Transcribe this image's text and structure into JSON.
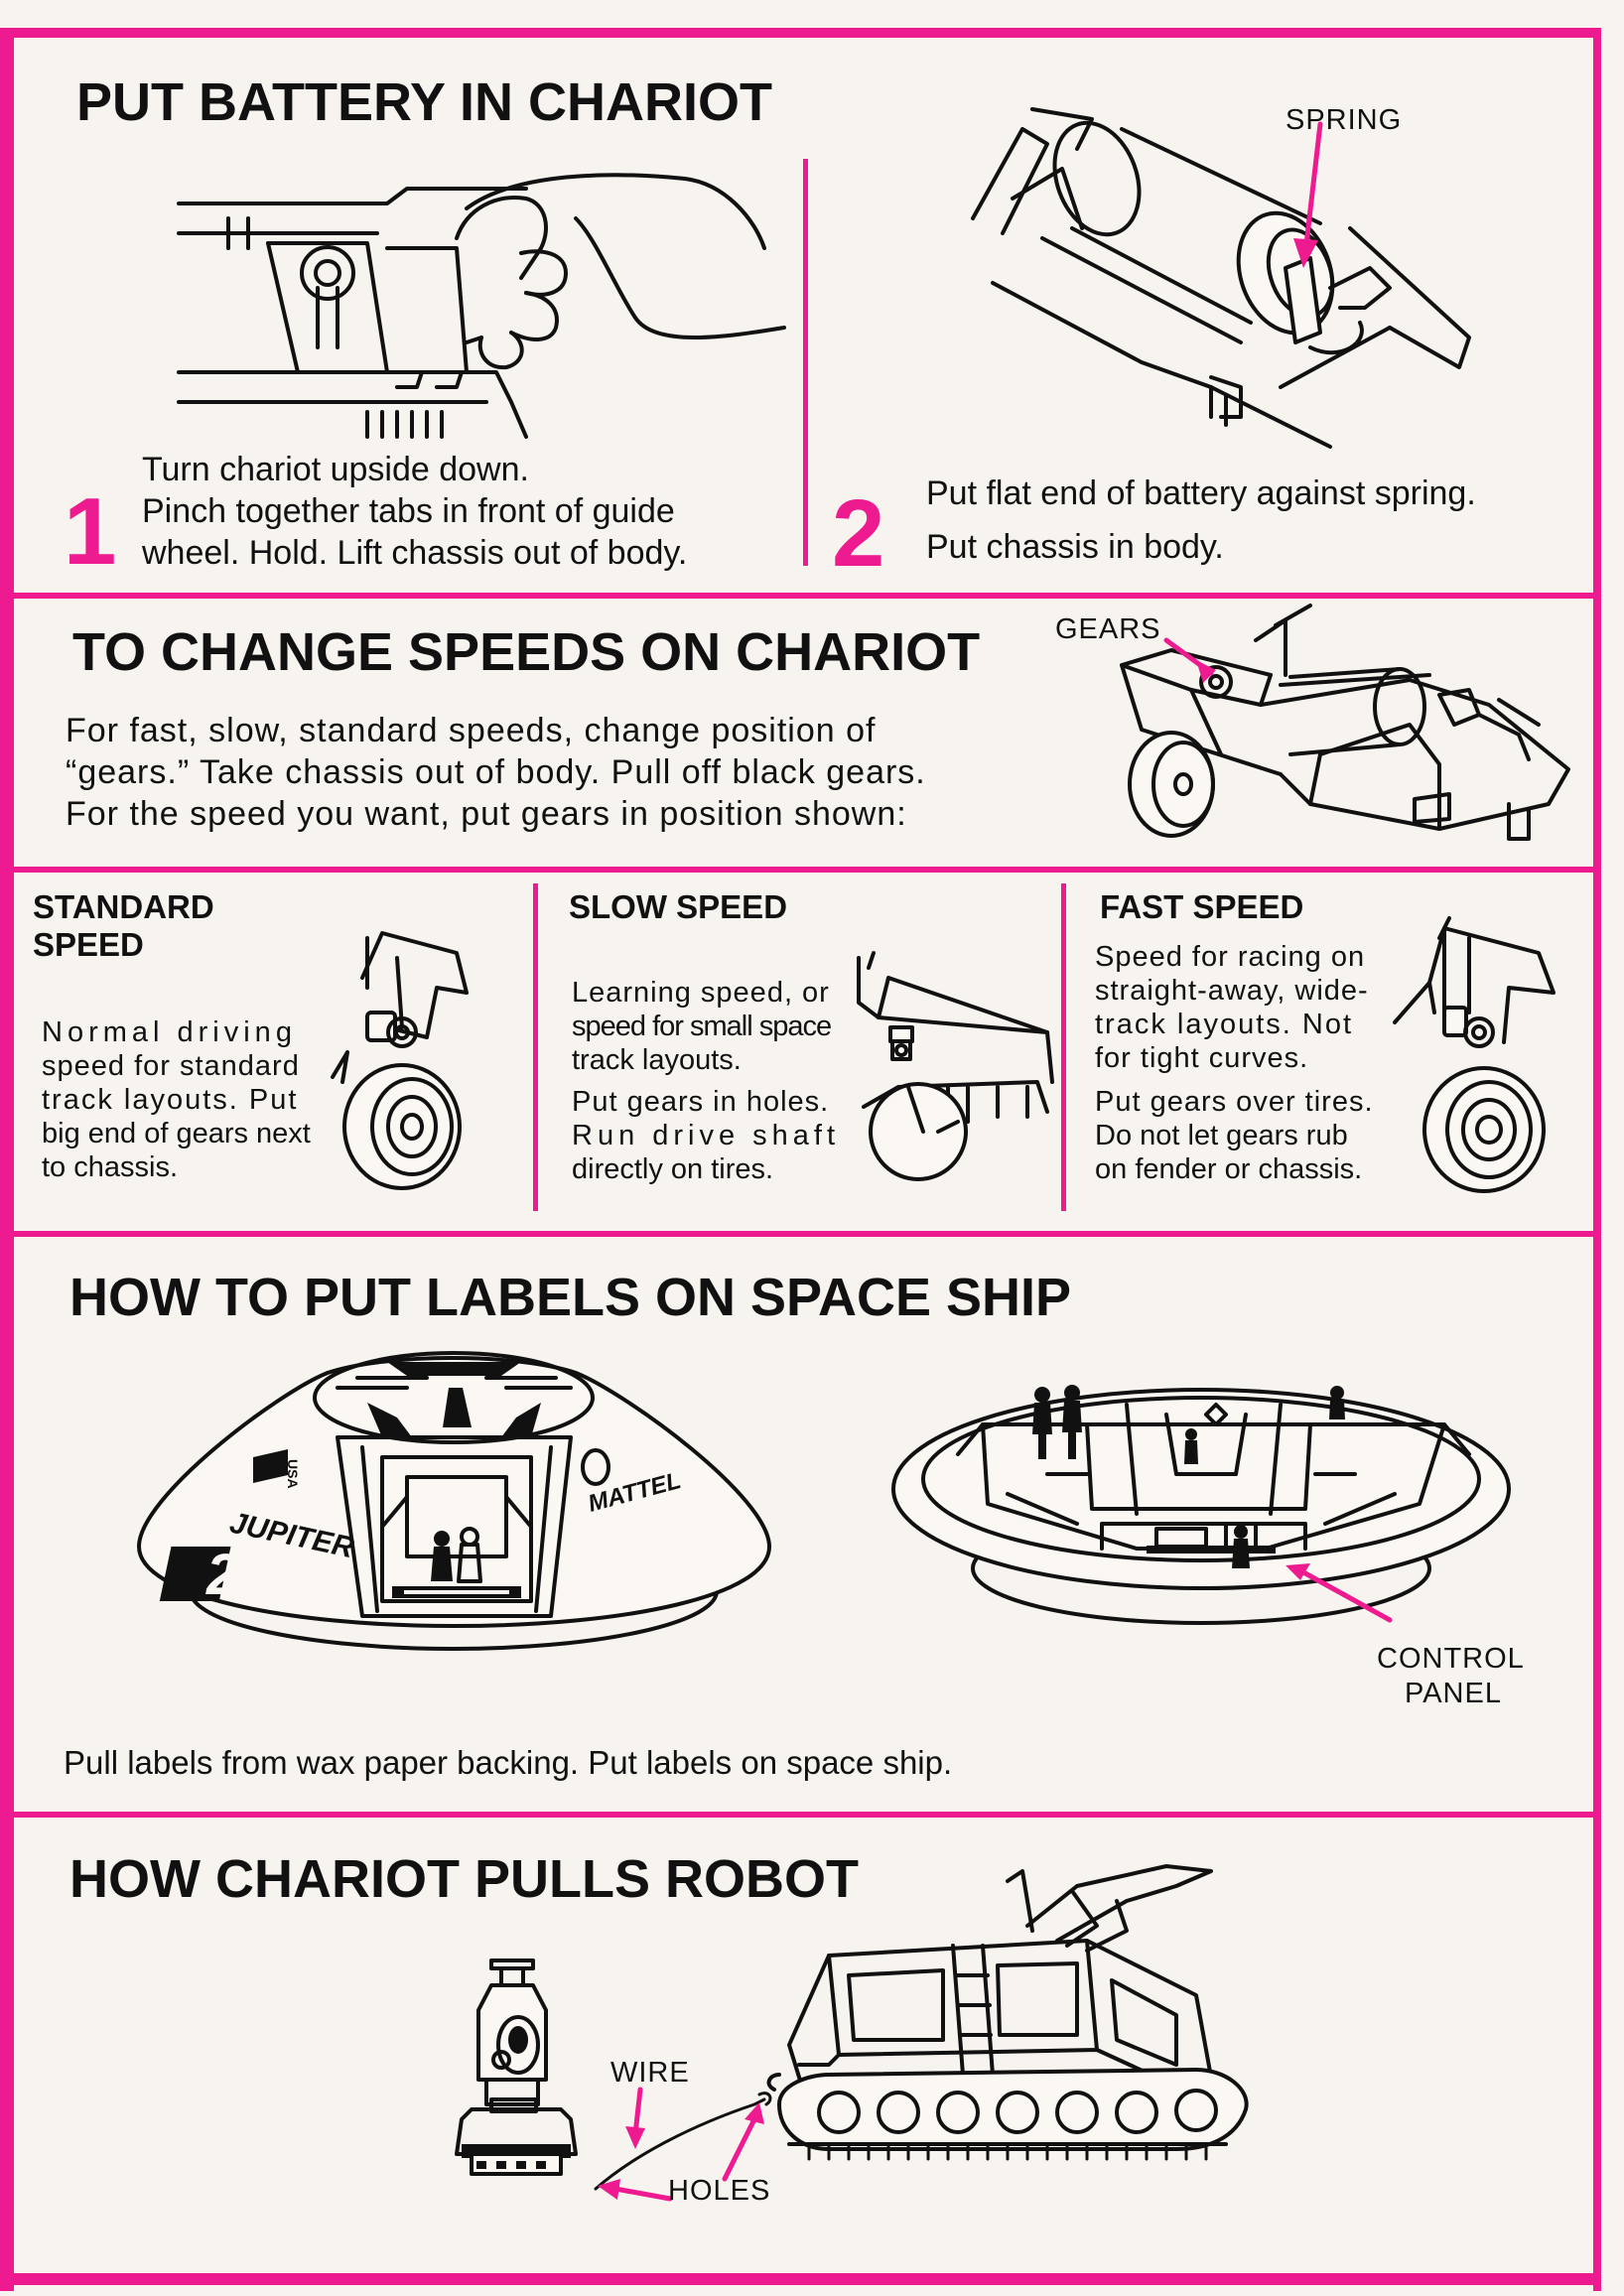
{
  "colors": {
    "accent": "#ee1a8f",
    "paper": "#f7f3ee",
    "ink": "#111111"
  },
  "battery": {
    "title": "PUT BATTERY IN CHARIOT",
    "step1": {
      "number": "1",
      "lines": [
        "Turn chariot upside down.",
        "Pinch together tabs in front of guide",
        "wheel. Hold. Lift chassis out of body."
      ]
    },
    "step2": {
      "number": "2",
      "lines": [
        "Put flat end of battery against spring.",
        "Put chassis in body."
      ],
      "callout": "SPRING"
    }
  },
  "speeds": {
    "title": "TO CHANGE SPEEDS ON CHARIOT",
    "lines": [
      "For fast, slow, standard speeds, change position of",
      "“gears.” Take chassis out of body. Pull off black gears.",
      "For the speed you want, put gears in position shown:"
    ],
    "callout": "GEARS",
    "standard": {
      "title_lines": [
        "STANDARD",
        "SPEED"
      ],
      "lines": [
        "Normal driving",
        "speed for standard",
        "track layouts. Put",
        "big end of gears next",
        "to chassis."
      ]
    },
    "slow": {
      "title": "SLOW SPEED",
      "lines": [
        "Learning speed, or",
        "speed for small space",
        "track layouts.",
        "Put gears in holes.",
        "Run drive shaft",
        "directly on tires."
      ]
    },
    "fast": {
      "title": "FAST SPEED",
      "lines": [
        "Speed for racing on",
        "straight-away, wide-",
        "track layouts. Not",
        "for tight curves.",
        "Put gears over tires.",
        "Do not let gears rub",
        "on fender or chassis."
      ]
    }
  },
  "labels": {
    "title": "HOW TO PUT LABELS ON SPACE SHIP",
    "instruction": "Pull labels from wax paper backing. Put labels on space ship.",
    "callout_lines": [
      "CONTROL",
      "PANEL"
    ],
    "ship_text": {
      "name": "JUPITER",
      "number": "2",
      "usa": "USA",
      "brand": "MATTEL"
    }
  },
  "robot": {
    "title": "HOW CHARIOT PULLS ROBOT",
    "wire_label": "WIRE",
    "holes_label": "HOLES"
  }
}
